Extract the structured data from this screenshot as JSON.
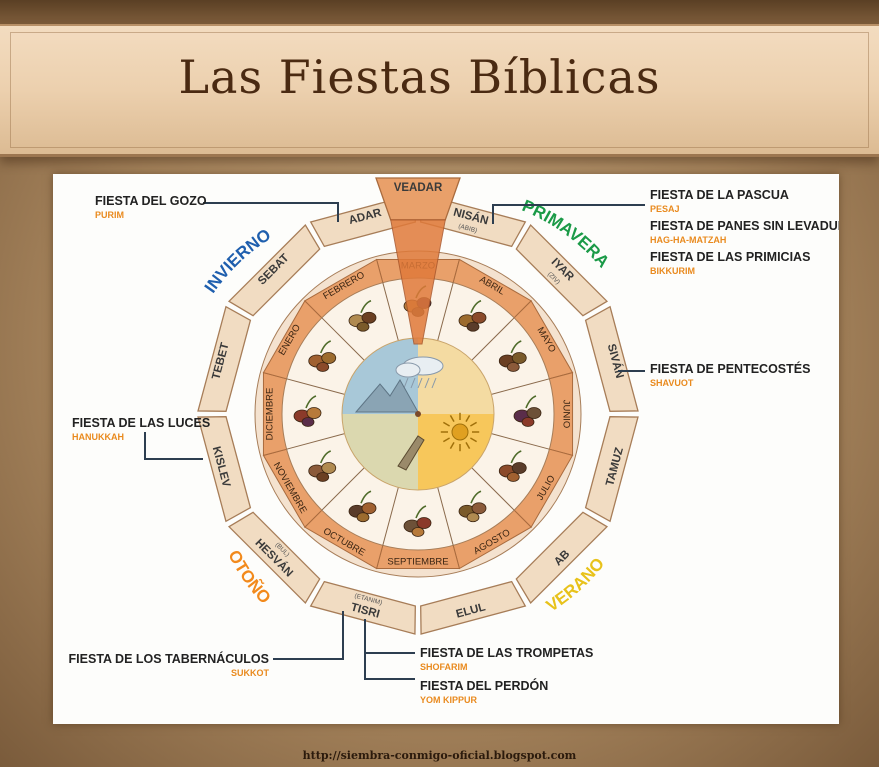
{
  "header": {
    "title": "Las Fiestas Bíblicas"
  },
  "footer": {
    "url": "http://siembra-conmigo-oficial.blogspot.com"
  },
  "colors": {
    "spring": "#1a9a47",
    "summer": "#e8c21a",
    "autumn": "#f28a1c",
    "winter": "#1f5fae",
    "feast_sub": "#e98a1e",
    "month_ring": "#e9a06a",
    "outer_ring": "#f1dcc2"
  },
  "diagram": {
    "adar_bet": "VEADAR",
    "hebrew_months": [
      {
        "name": "ADAR",
        "alt": ""
      },
      {
        "name": "NISÁN",
        "alt": "(ABIB)"
      },
      {
        "name": "IYAR",
        "alt": "(ZIV)"
      },
      {
        "name": "SIVÁN",
        "alt": ""
      },
      {
        "name": "TAMUZ",
        "alt": ""
      },
      {
        "name": "AB",
        "alt": ""
      },
      {
        "name": "ELUL",
        "alt": ""
      },
      {
        "name": "TISRI",
        "alt": "(ETANIM)"
      },
      {
        "name": "HESVÁN",
        "alt": "(BUL)"
      },
      {
        "name": "KISLEV",
        "alt": ""
      },
      {
        "name": "TEBET",
        "alt": ""
      },
      {
        "name": "SEBAT",
        "alt": ""
      }
    ],
    "gregorian_months": [
      "MARZO",
      "ABRIL",
      "MAYO",
      "JUNIO",
      "JULIO",
      "AGOSTO",
      "SEPTIEMBRE",
      "OCTUBRE",
      "NOVIEMBRE",
      "DICIEMBRE",
      "ENERO",
      "FEBRERO"
    ],
    "seasons": {
      "spring": "PRIMAVERA",
      "summer": "VERANO",
      "autumn": "OTOÑO",
      "winter": "INVIERNO"
    },
    "feasts": {
      "purim": {
        "name": "FIESTA DEL GOZO",
        "sub": "PURIM"
      },
      "pesaj": {
        "name": "FIESTA DE LA PASCUA",
        "sub": "PESAJ"
      },
      "matzah": {
        "name": "FIESTA DE PANES SIN LEVADURA",
        "sub": "HAG-HA-MATZAH"
      },
      "bikkurim": {
        "name": "FIESTA DE LAS PRIMICIAS",
        "sub": "BIKKURIM"
      },
      "shavuot": {
        "name": "FIESTA DE PENTECOSTÉS",
        "sub": "SHAVUOT"
      },
      "hanukkah": {
        "name": "FIESTA DE LAS LUCES",
        "sub": "HANUKKAH"
      },
      "sukkot": {
        "name": "FIESTA DE LOS TABERNÁCULOS",
        "sub": "SUKKOT"
      },
      "shofarim": {
        "name": "FIESTA DE LAS TROMPETAS",
        "sub": "SHOFARIM"
      },
      "kippur": {
        "name": "FIESTA DEL PERDÓN",
        "sub": "YOM KIPPUR"
      }
    }
  }
}
